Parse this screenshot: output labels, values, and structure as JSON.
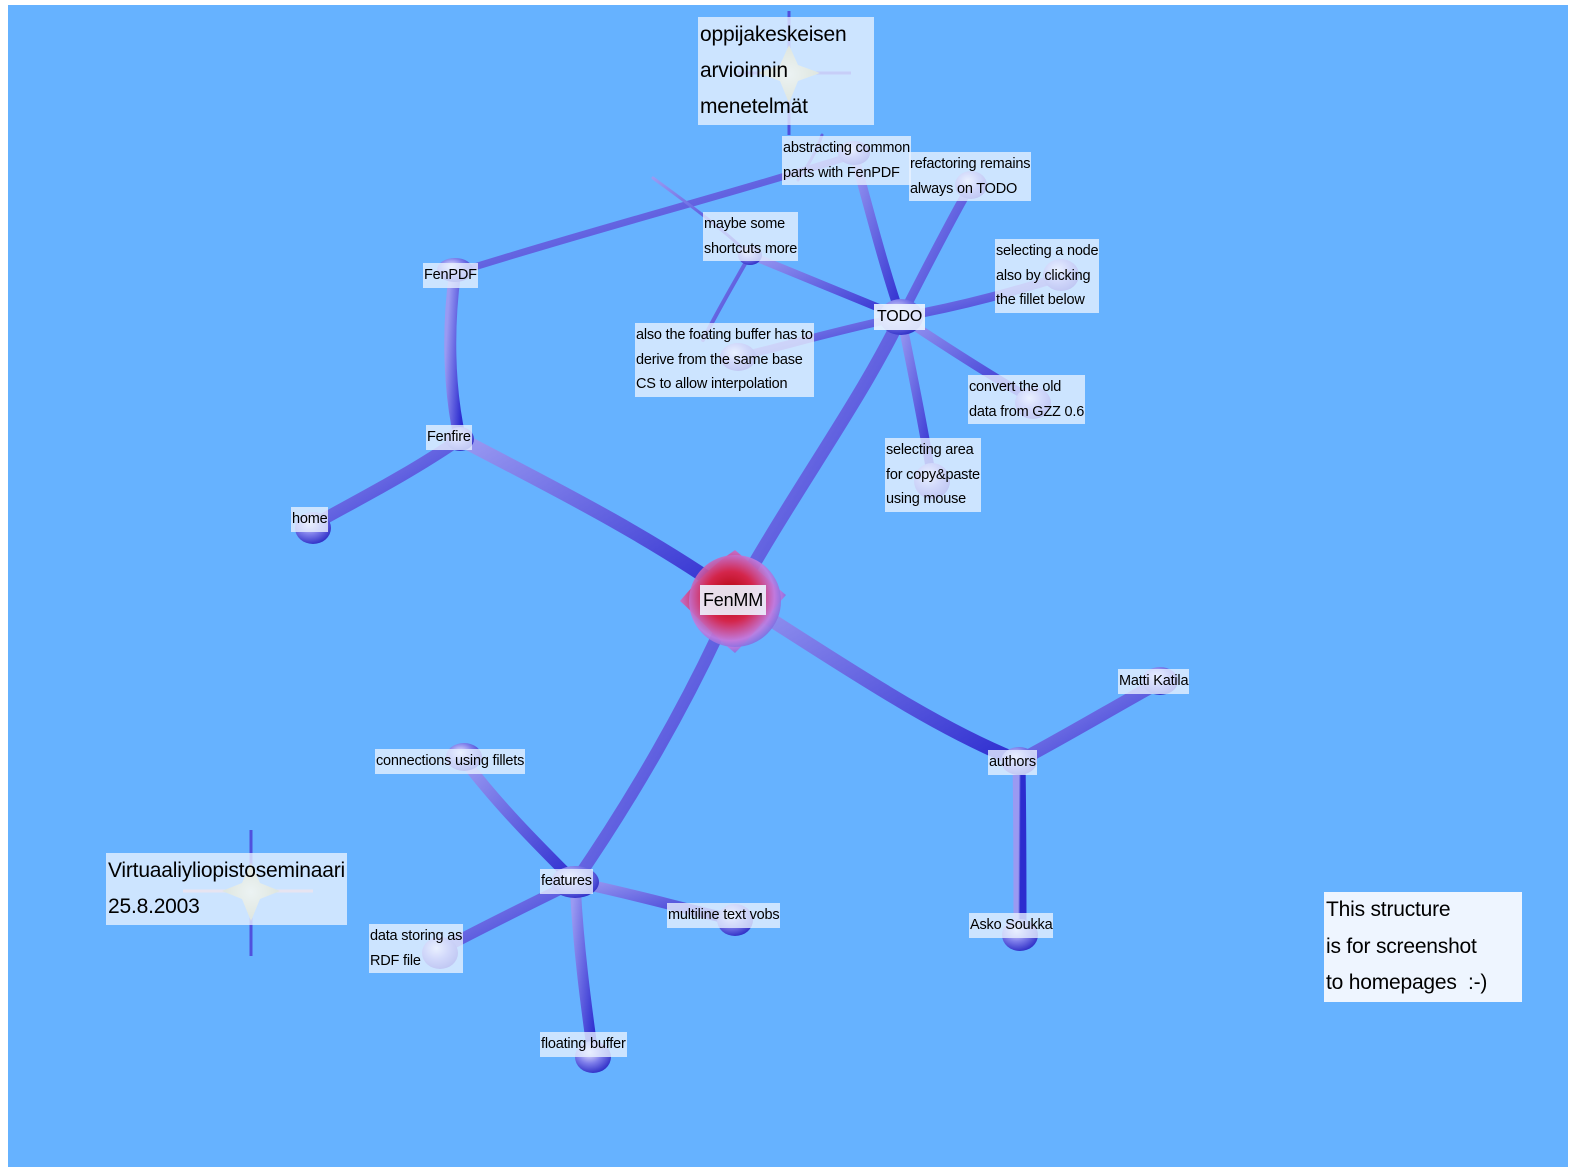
{
  "window": {
    "background_color": "#66b2ff",
    "edge_color": "#3a3ad8",
    "hub_color": "#c8102e",
    "label_background": "#e9f2ff"
  },
  "nodes": {
    "fenmm": "FenMM",
    "todo": "TODO",
    "fenpdf": "FenPDF",
    "fenfire": "Fenfire",
    "home": "home",
    "features": "features",
    "authors": "authors",
    "matti": "Matti Katila",
    "asko": "Asko Soukka",
    "connections": "connections using fillets",
    "multiline": "multiline text vobs",
    "rdf": "data storing as\nRDF file",
    "floating": "floating buffer",
    "abstracting": "abstracting common\nparts with FenPDF",
    "refactoring": "refactoring remains\nalways on TODO",
    "shortcuts": "maybe some\nshortcuts more",
    "selecting_node": "selecting a node\nalso by clicking\nthe fillet below",
    "floating_interp": "also the foating buffer has to\nderive from the same base\nCS to allow interpolation",
    "convert": "convert the old\ndata from GZZ 0.6",
    "selecting_area": "selecting area\nfor copy&paste\nusing mouse"
  },
  "free_nodes": {
    "oppija": "oppijakeskeisen\narvioinnin\nmenetelmät",
    "seminar": "Virtuaaliyliopistoseminaari\n25.8.2003"
  },
  "note": "This structure\nis for screenshot\nto homepages  :-)"
}
